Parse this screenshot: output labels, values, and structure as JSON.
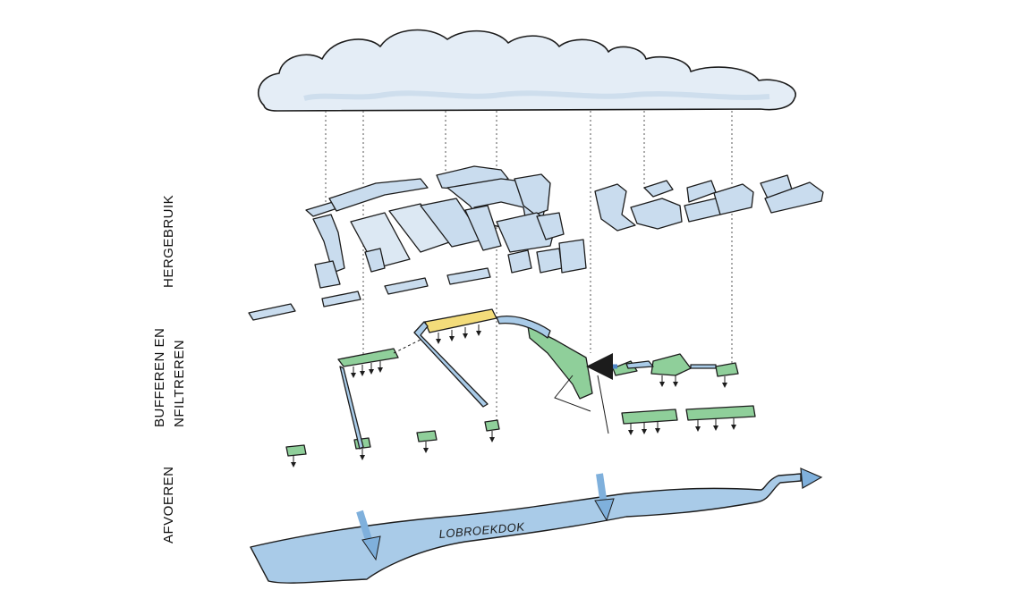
{
  "layers": {
    "reuse": "HERGEBRUIK",
    "buffer_line1": "BUFFEREN EN",
    "buffer_line2": "NFILTREREN",
    "drain": "AFVOEREN"
  },
  "river": {
    "name": "LOBROEKDOK"
  },
  "colors": {
    "water": "#a9cbe8",
    "water_light": "#dde9f4",
    "green": "#8fcf9a",
    "yellow": "#f3dc7a",
    "building": "#b9d2ea",
    "ink": "#1c1c1c"
  },
  "icons": [
    "cloud-icon",
    "arrow-right-icon",
    "arrow-down-icon"
  ]
}
